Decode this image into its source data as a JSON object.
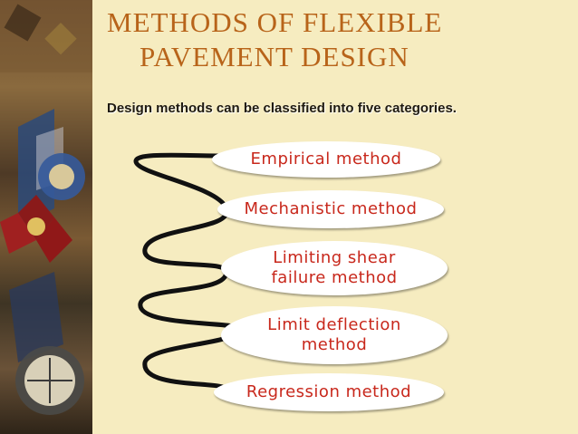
{
  "slide": {
    "title_line1": "METHODS OF FLEXIBLE",
    "title_line2": "PAVEMENT DESIGN",
    "subtitle": "Design methods can be classified into five categories."
  },
  "methods": [
    {
      "label": "Empirical method"
    },
    {
      "label": "Mechanistic method"
    },
    {
      "label_line1": "Limiting shear",
      "label_line2": "failure method"
    },
    {
      "label_line1": "Limit deflection",
      "label_line2": "method"
    },
    {
      "label": "Regression method"
    }
  ],
  "colors": {
    "background": "#f6ecc0",
    "title": "#b8641a",
    "method_text": "#c8281c",
    "pill_fill": "#ffffff"
  },
  "decorations": {
    "side_image": "medal-and-compass-photo",
    "connector": "serpentine-bracket"
  }
}
